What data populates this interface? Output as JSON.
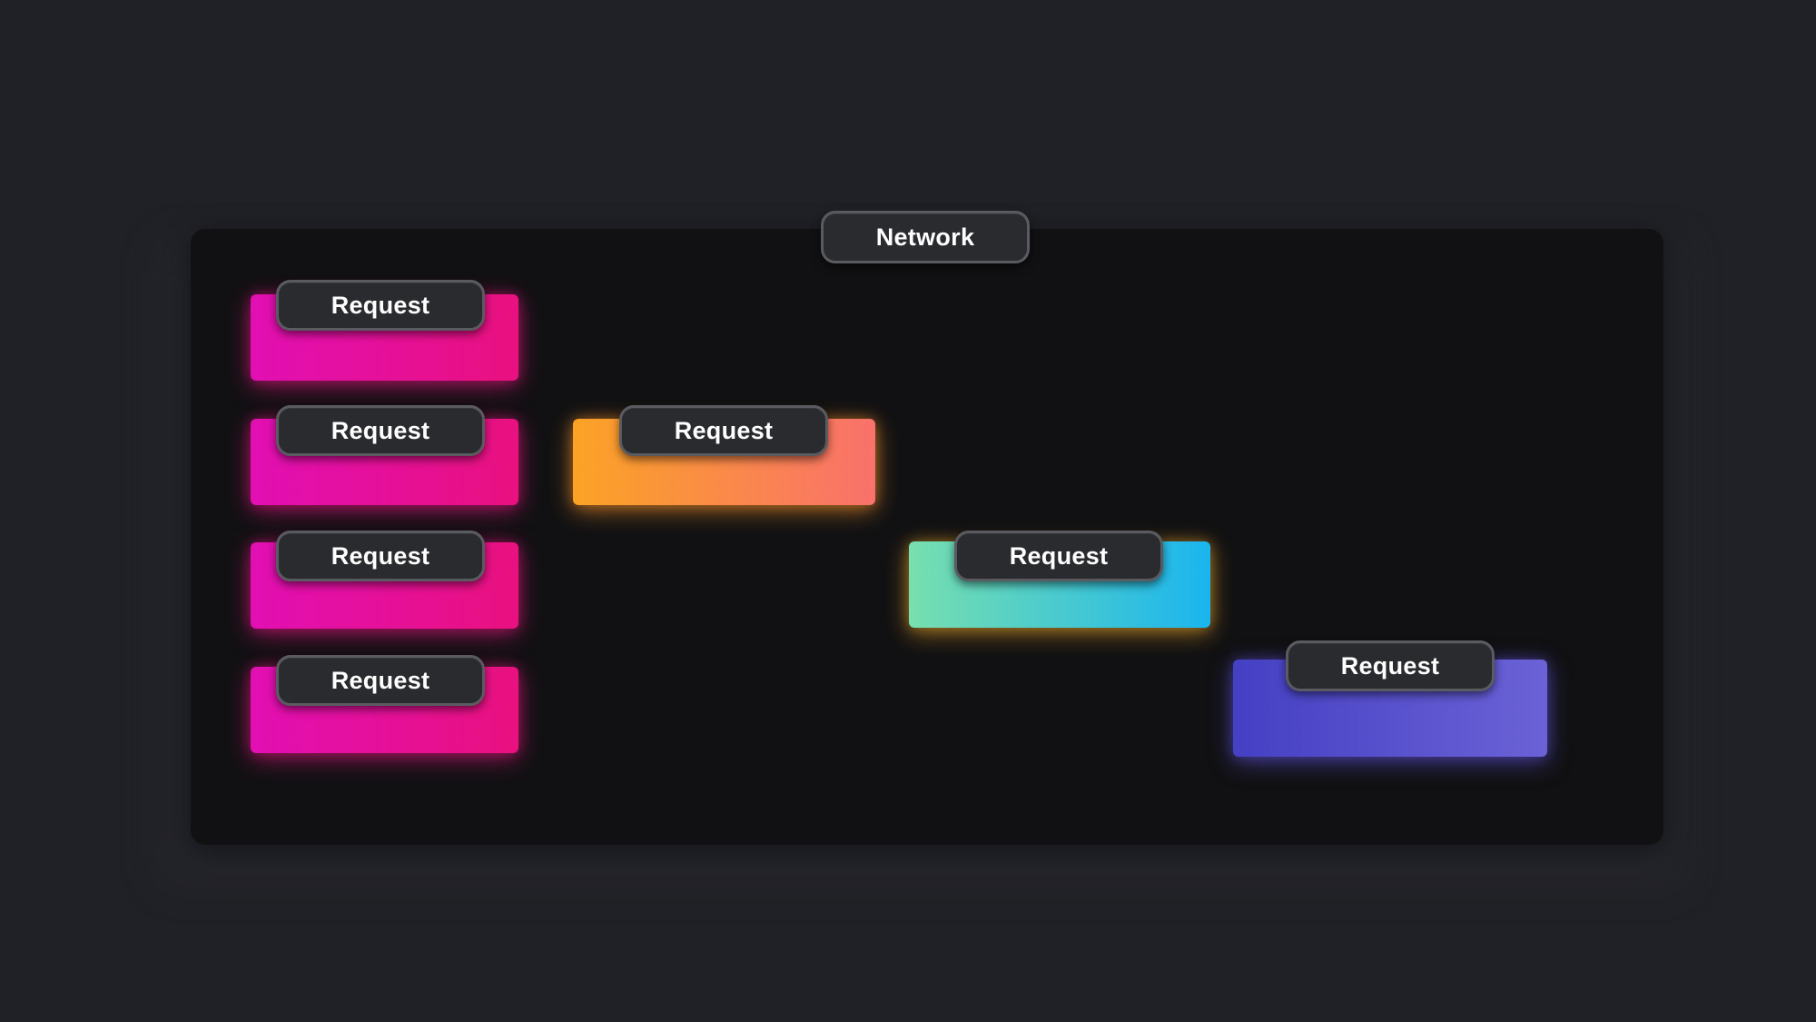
{
  "network": {
    "label": "Network"
  },
  "requests": [
    {
      "label": "Request",
      "gradient": [
        "#e20fb3",
        "#e9117f"
      ],
      "glow": "#e0157d"
    },
    {
      "label": "Request",
      "gradient": [
        "#e20fb3",
        "#e9117f"
      ],
      "glow": "#e0157d"
    },
    {
      "label": "Request",
      "gradient": [
        "#e20fb3",
        "#e9117f"
      ],
      "glow": "#e0157d"
    },
    {
      "label": "Request",
      "gradient": [
        "#e20fb3",
        "#e9117f"
      ],
      "glow": "#e0157d"
    },
    {
      "label": "Request",
      "gradient": [
        "#fba325",
        "#f9716c"
      ],
      "glow": "#f8922a"
    },
    {
      "label": "Request",
      "gradient": [
        "#78dfae",
        "#1ab5ef"
      ],
      "glow": "#e6a22a"
    },
    {
      "label": "Request",
      "gradient": [
        "#4540c4",
        "#6b62d6"
      ],
      "glow": "#5b4fd0"
    }
  ]
}
